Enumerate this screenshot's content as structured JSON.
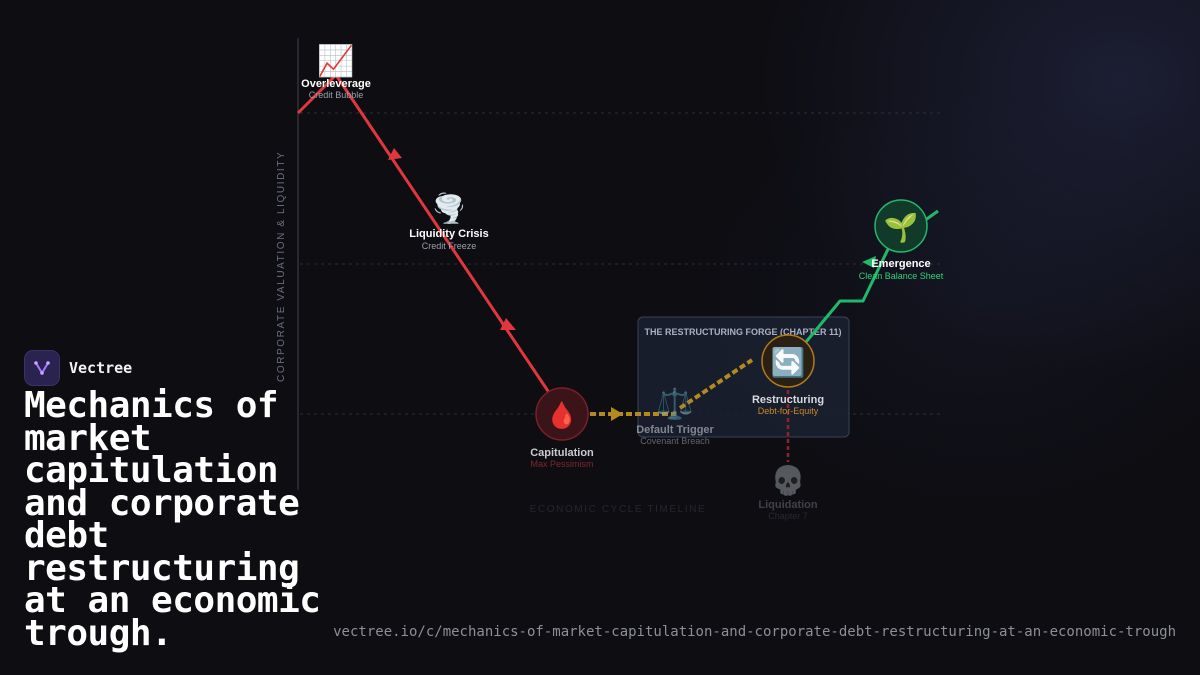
{
  "brand": {
    "name": "Vectree"
  },
  "headline": "Mechanics of market capitulation and corporate debt restructuring at an economic trough.",
  "url": "vectree.io/c/mechanics-of-market-capitulation-and-corporate-debt-restructuring-at-an-economic-trough",
  "diagram": {
    "y_axis_label": "CORPORATE VALUATION & LIQUIDITY",
    "x_axis_label": "ECONOMIC CYCLE TIMELINE",
    "forge_title": "THE RESTRUCTURING FORGE (CHAPTER 11)",
    "colors": {
      "decline": "#e0373f",
      "default_path": "#b48a1e",
      "recovery": "#22b86a",
      "liquidation": "#8a2530",
      "restructuring_sub": "#c98a2a",
      "emergence_sub": "#2fd27b",
      "capitulation_sub": "#7a2a2f"
    },
    "nodes": {
      "overleverage": {
        "icon": "chart-increasing-icon",
        "glyph": "📈",
        "title": "Overleverage",
        "subtitle": "Credit Bubble"
      },
      "liquidity_crisis": {
        "icon": "tornado-icon",
        "glyph": "🌪️",
        "title": "Liquidity Crisis",
        "subtitle": "Credit Freeze"
      },
      "capitulation": {
        "icon": "blood-drop-icon",
        "glyph": "🩸",
        "title": "Capitulation",
        "subtitle": "Max Pessimism"
      },
      "default_trigger": {
        "icon": "balance-scale-icon",
        "glyph": "⚖️",
        "title": "Default Trigger",
        "subtitle": "Covenant Breach"
      },
      "restructuring": {
        "icon": "cycle-arrows-icon",
        "glyph": "🔄",
        "title": "Restructuring",
        "subtitle": "Debt-for-Equity"
      },
      "liquidation": {
        "icon": "skull-icon",
        "glyph": "💀",
        "title": "Liquidation",
        "subtitle": "Chapter 7"
      },
      "emergence": {
        "icon": "seedling-icon",
        "glyph": "🌱",
        "title": "Emergence",
        "subtitle": "Clean Balance Sheet"
      }
    }
  }
}
